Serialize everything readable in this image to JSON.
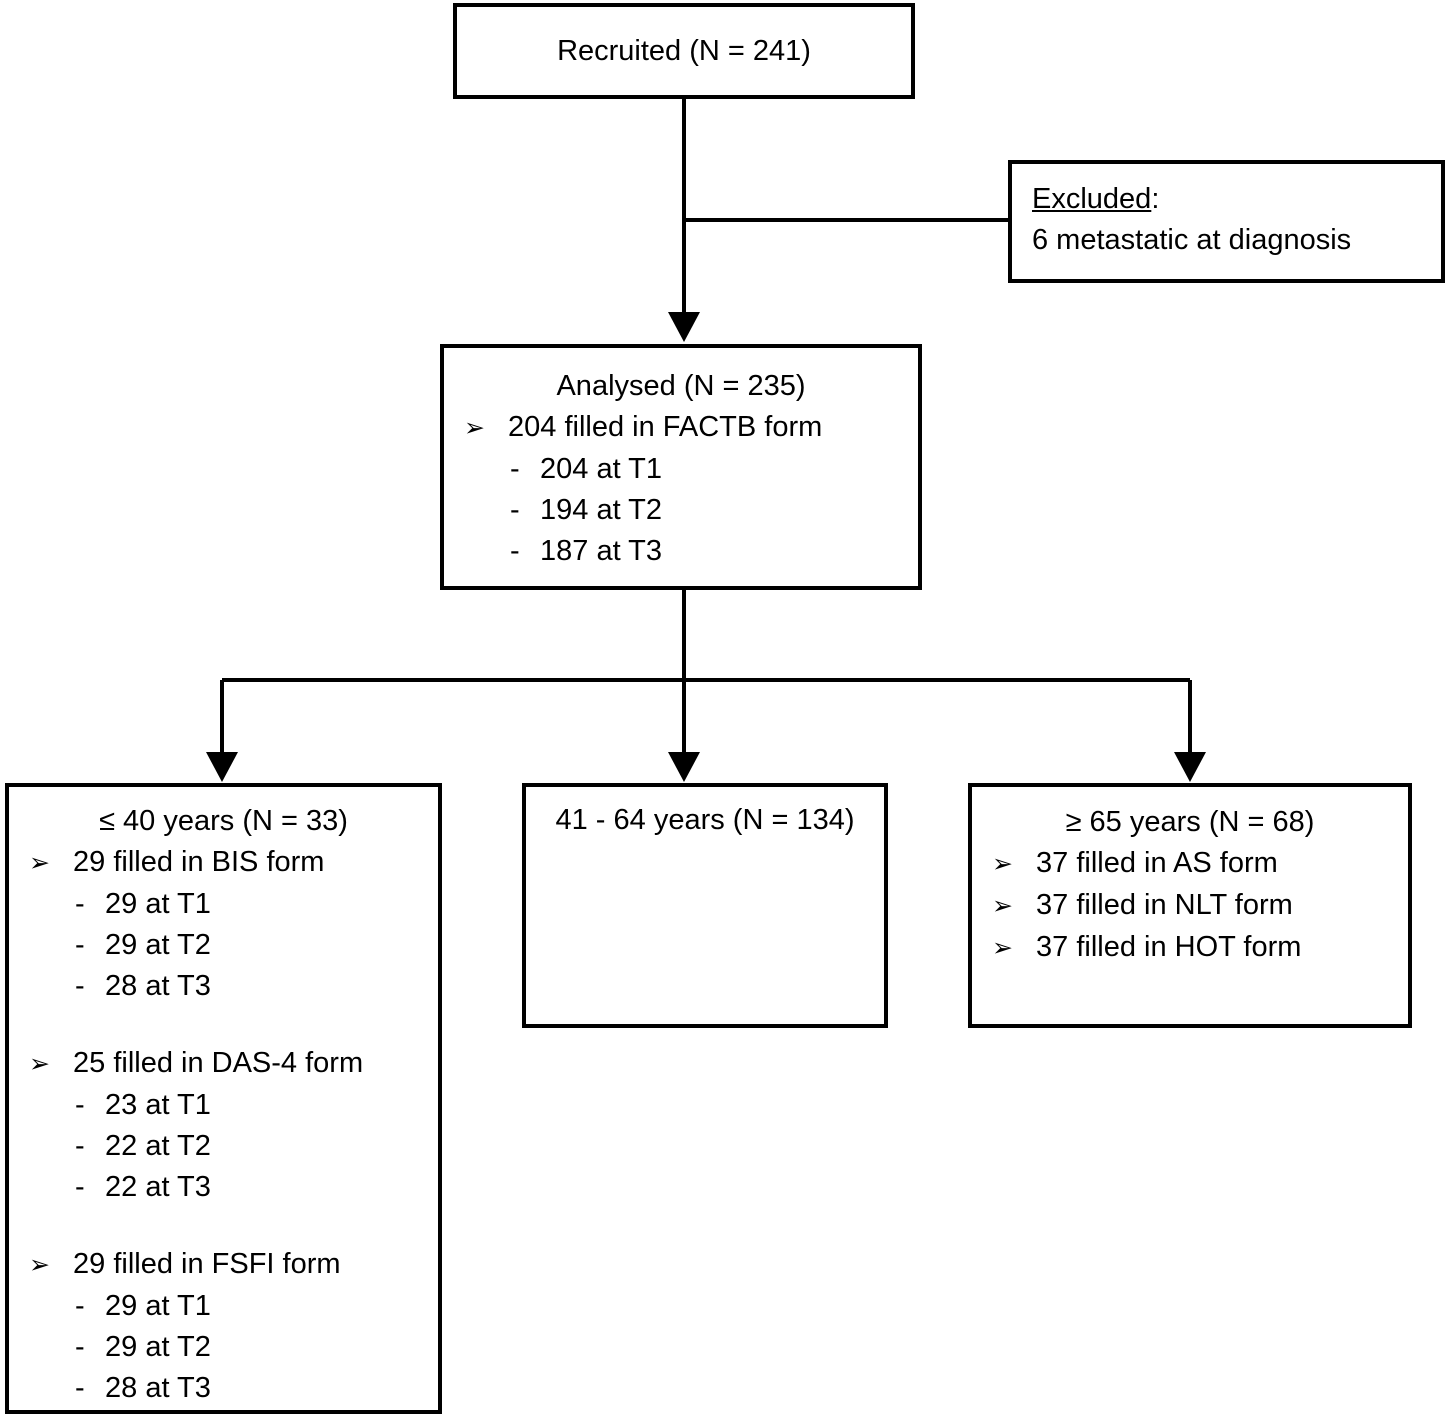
{
  "bullets": {
    "arrow": "➢",
    "dash": "-"
  },
  "boxes": {
    "recruited": {
      "title": "Recruited (N = 241)"
    },
    "excluded": {
      "heading": "Excluded",
      "colon": ":",
      "detail": "6 metastatic at diagnosis"
    },
    "analysed": {
      "title": "Analysed (N = 235)",
      "main": "204 filled in FACTB form",
      "subs": [
        "204 at T1",
        "194 at T2",
        "187 at T3"
      ]
    },
    "age_under40": {
      "title": "≤ 40 years (N = 33)",
      "groups": [
        {
          "head": "29 filled in BIS form",
          "subs": [
            "29 at T1",
            "29 at T2",
            "28 at T3"
          ]
        },
        {
          "head": "25 filled in DAS-4 form",
          "subs": [
            "23 at T1",
            "22 at T2",
            "22 at T3"
          ]
        },
        {
          "head": "29 filled in FSFI form",
          "subs": [
            "29 at T1",
            "29 at T2",
            "28 at T3"
          ]
        }
      ]
    },
    "age_41_64": {
      "title": "41 - 64 years (N = 134)"
    },
    "age_over65": {
      "title": "≥ 65 years (N = 68)",
      "items": [
        "37 filled in AS form",
        "37 filled in NLT form",
        "37 filled in HOT form"
      ]
    }
  }
}
